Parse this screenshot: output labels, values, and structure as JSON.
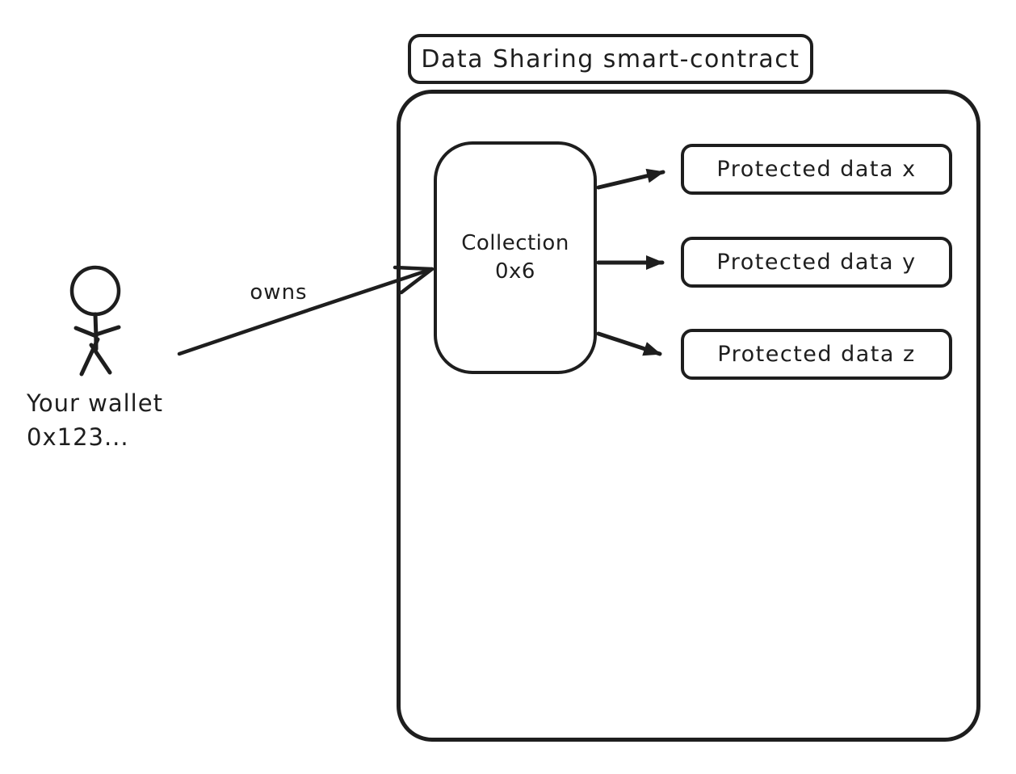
{
  "diagram": {
    "title": "Data Sharing smart-contract",
    "wallet": {
      "line1": "Your wallet",
      "line2": "0x123..."
    },
    "owns_label": "owns",
    "collection": {
      "line1": "Collection",
      "line2": "0x6"
    },
    "protected_data": [
      {
        "label": "Protected data x"
      },
      {
        "label": "Protected data y"
      },
      {
        "label": "Protected data z"
      }
    ],
    "colors": {
      "stroke": "#1e1e1e",
      "background": "#ffffff"
    }
  }
}
